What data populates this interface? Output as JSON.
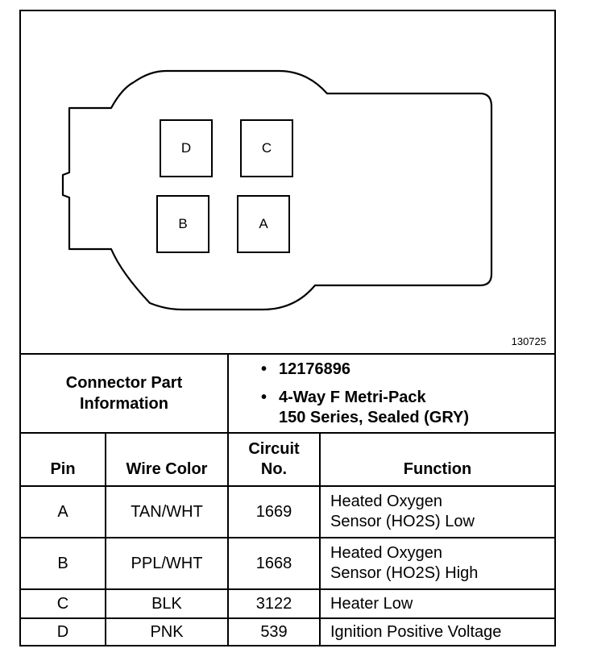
{
  "figure_id": "130725",
  "connector": {
    "pins": [
      {
        "label": "D"
      },
      {
        "label": "C"
      },
      {
        "label": "B"
      },
      {
        "label": "A"
      }
    ]
  },
  "part_info": {
    "heading_line1": "Connector Part",
    "heading_line2": "Information",
    "bullets": [
      {
        "line1": "12176896",
        "line2": ""
      },
      {
        "line1": "4-Way F Metri-Pack",
        "line2": "150 Series, Sealed (GRY)"
      }
    ]
  },
  "table": {
    "headers": {
      "pin": "Pin",
      "wire_color": "Wire Color",
      "circuit_line1": "Circuit",
      "circuit_line2": "No.",
      "function": "Function"
    },
    "rows": [
      {
        "pin": "A",
        "wire": "TAN/WHT",
        "circuit": "1669",
        "func1": "Heated Oxygen",
        "func2": "Sensor (HO2S) Low"
      },
      {
        "pin": "B",
        "wire": "PPL/WHT",
        "circuit": "1668",
        "func1": "Heated Oxygen",
        "func2": "Sensor (HO2S) High"
      },
      {
        "pin": "C",
        "wire": "BLK",
        "circuit": "3122",
        "func1": "Heater Low",
        "func2": ""
      },
      {
        "pin": "D",
        "wire": "PNK",
        "circuit": "539",
        "func1": "Ignition Positive Voltage",
        "func2": ""
      }
    ]
  }
}
